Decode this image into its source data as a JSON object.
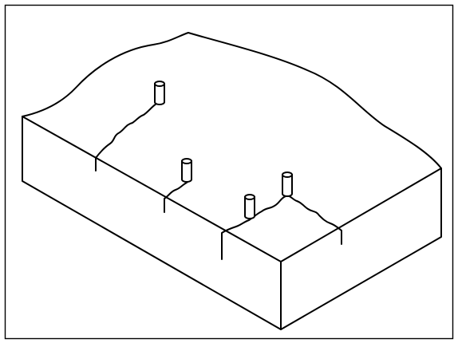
{
  "figure": {
    "stroke_color": "#000000",
    "background_color": "#ffffff",
    "posts": [
      "post-1",
      "post-2",
      "post-3",
      "post-4"
    ]
  }
}
